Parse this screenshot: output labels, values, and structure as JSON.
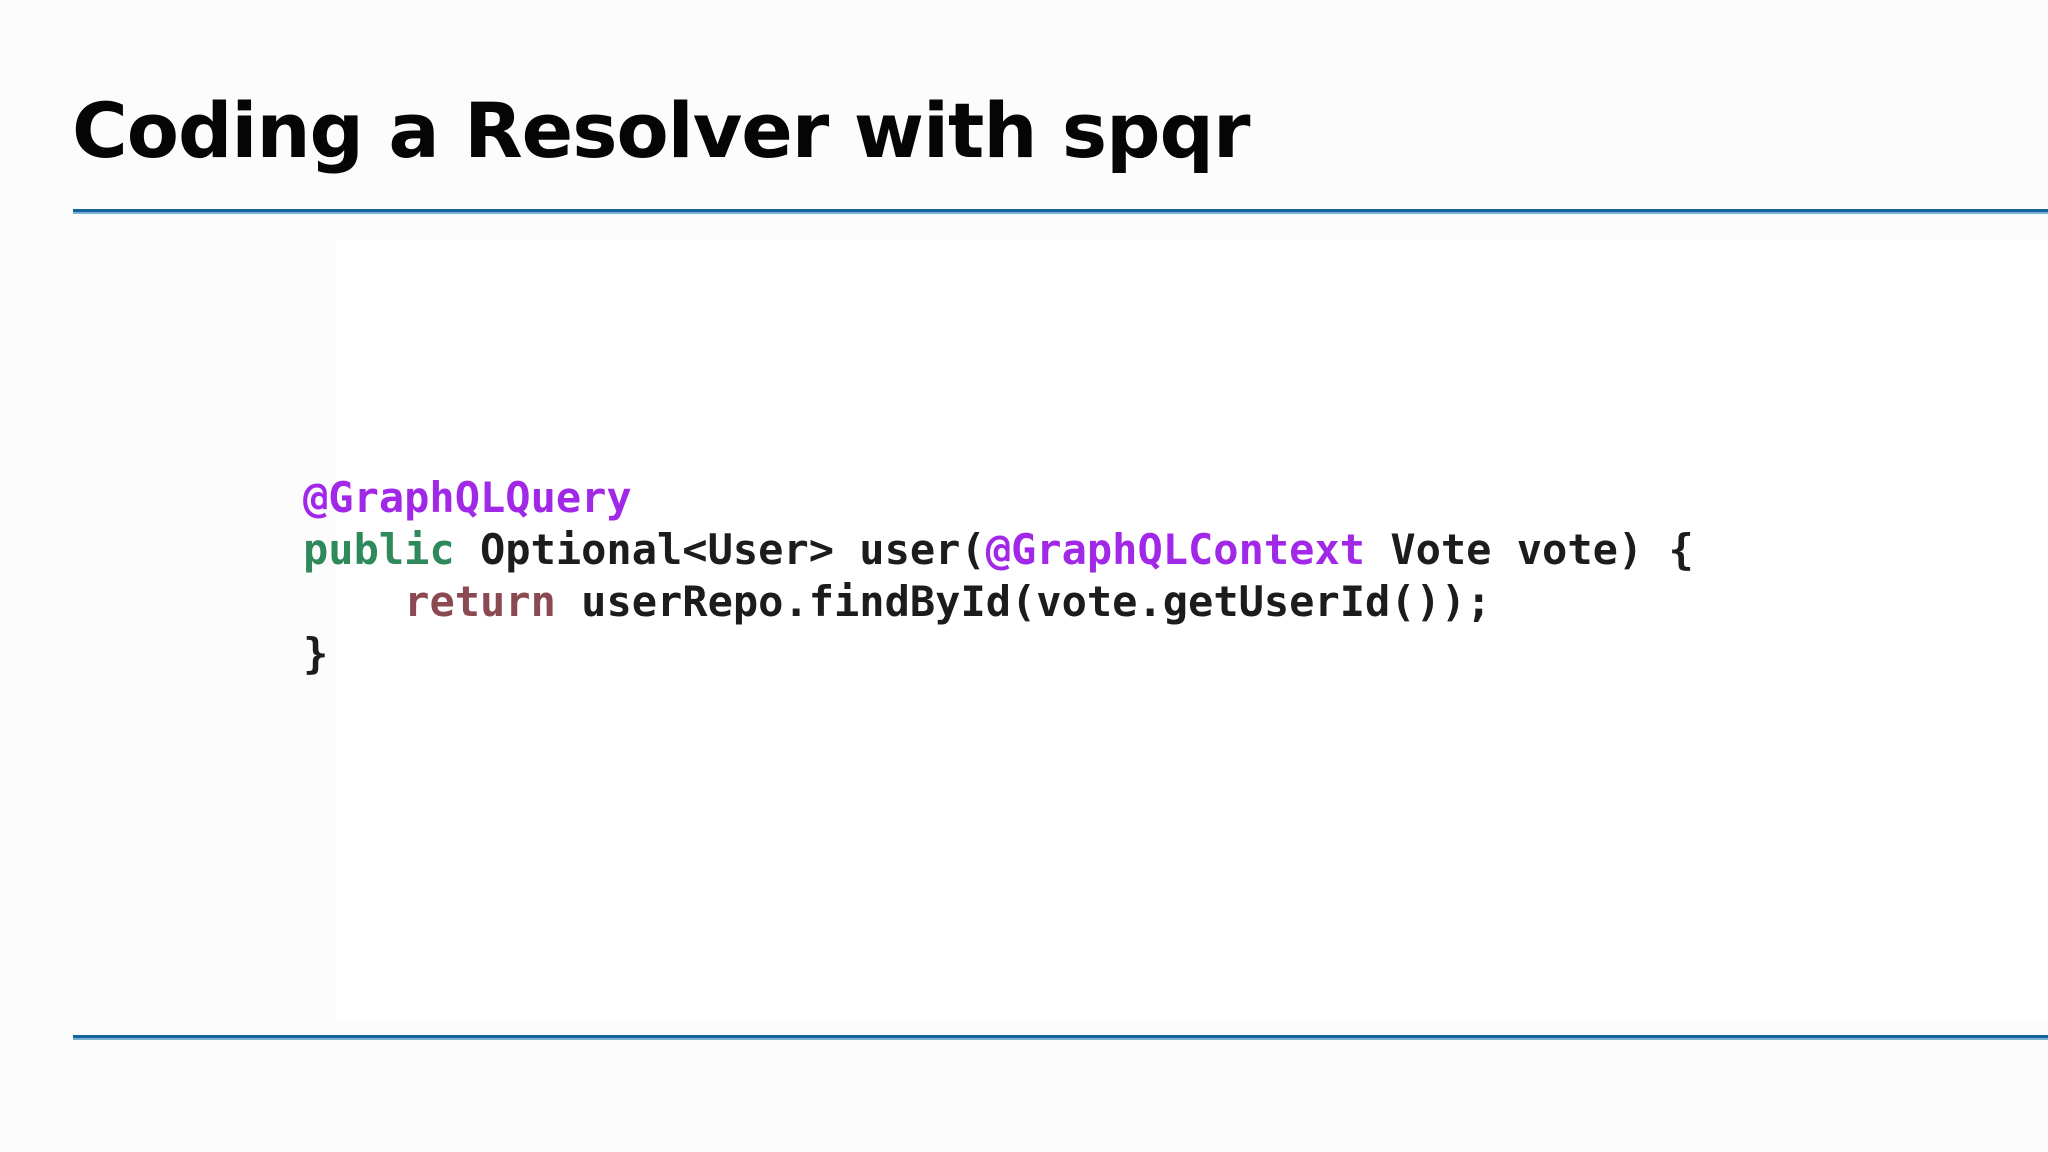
{
  "slide": {
    "title": "Coding a Resolver with spqr",
    "divider_color": "#13639e",
    "divider_light_color": "#7aaed3",
    "background_color": "#ffffff",
    "code": {
      "language": "java",
      "colors": {
        "purple": "#a228e8",
        "green": "#2f8a5b",
        "maroon": "#8b4a52",
        "black": "#1c1c1c"
      },
      "lines": [
        {
          "segments": [
            {
              "text": "@GraphQLQuery",
              "color": "purple"
            }
          ]
        },
        {
          "segments": [
            {
              "text": "public",
              "color": "green"
            },
            {
              "text": " Optional<User> user(",
              "color": "black"
            },
            {
              "text": "@GraphQLContext",
              "color": "purple"
            },
            {
              "text": " Vote vote) {",
              "color": "black"
            }
          ]
        },
        {
          "segments": [
            {
              "text": "    ",
              "color": "black"
            },
            {
              "text": "return",
              "color": "maroon"
            },
            {
              "text": " userRepo.findById(vote.getUserId());",
              "color": "black"
            }
          ]
        },
        {
          "segments": [
            {
              "text": "}",
              "color": "black"
            }
          ]
        }
      ]
    }
  }
}
